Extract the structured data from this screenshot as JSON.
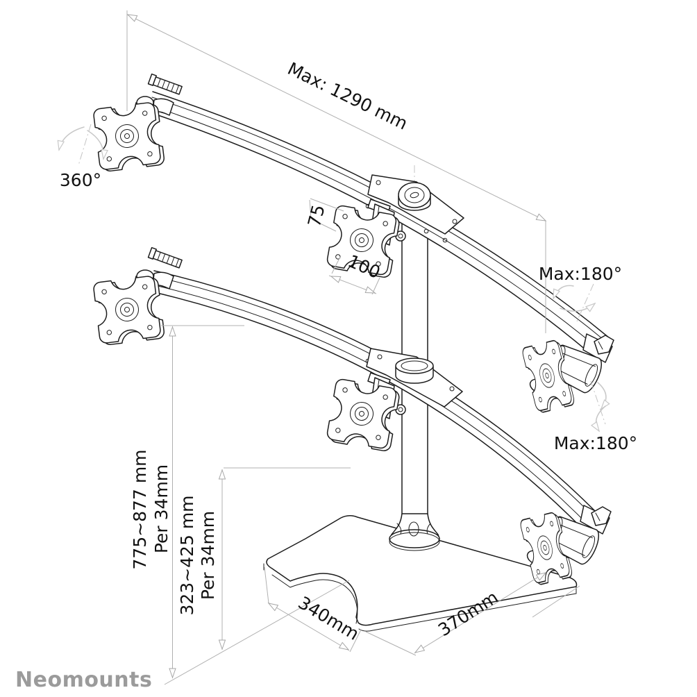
{
  "drawing": {
    "brand": "Neomounts",
    "annotations": {
      "max_width": "Max: 1290 mm",
      "swivel": "360°",
      "vesa_height": "75",
      "vesa_width": "100",
      "tilt_upper": "Max:180°",
      "tilt_lower": "Max:180°",
      "height_range_full": "775~877 mm",
      "height_range_full_step": "Per 34mm",
      "height_range_lower": "323~425 mm",
      "height_range_lower_step": "Per 34mm",
      "base_depth": "340mm",
      "base_width": "370mm"
    },
    "colors": {
      "line": "#1c1c1c",
      "dimension_line": "#b0b0b0",
      "rotation_arrow": "#c8c8c8",
      "brand_text": "#9b9b9b",
      "background": "#ffffff"
    }
  }
}
